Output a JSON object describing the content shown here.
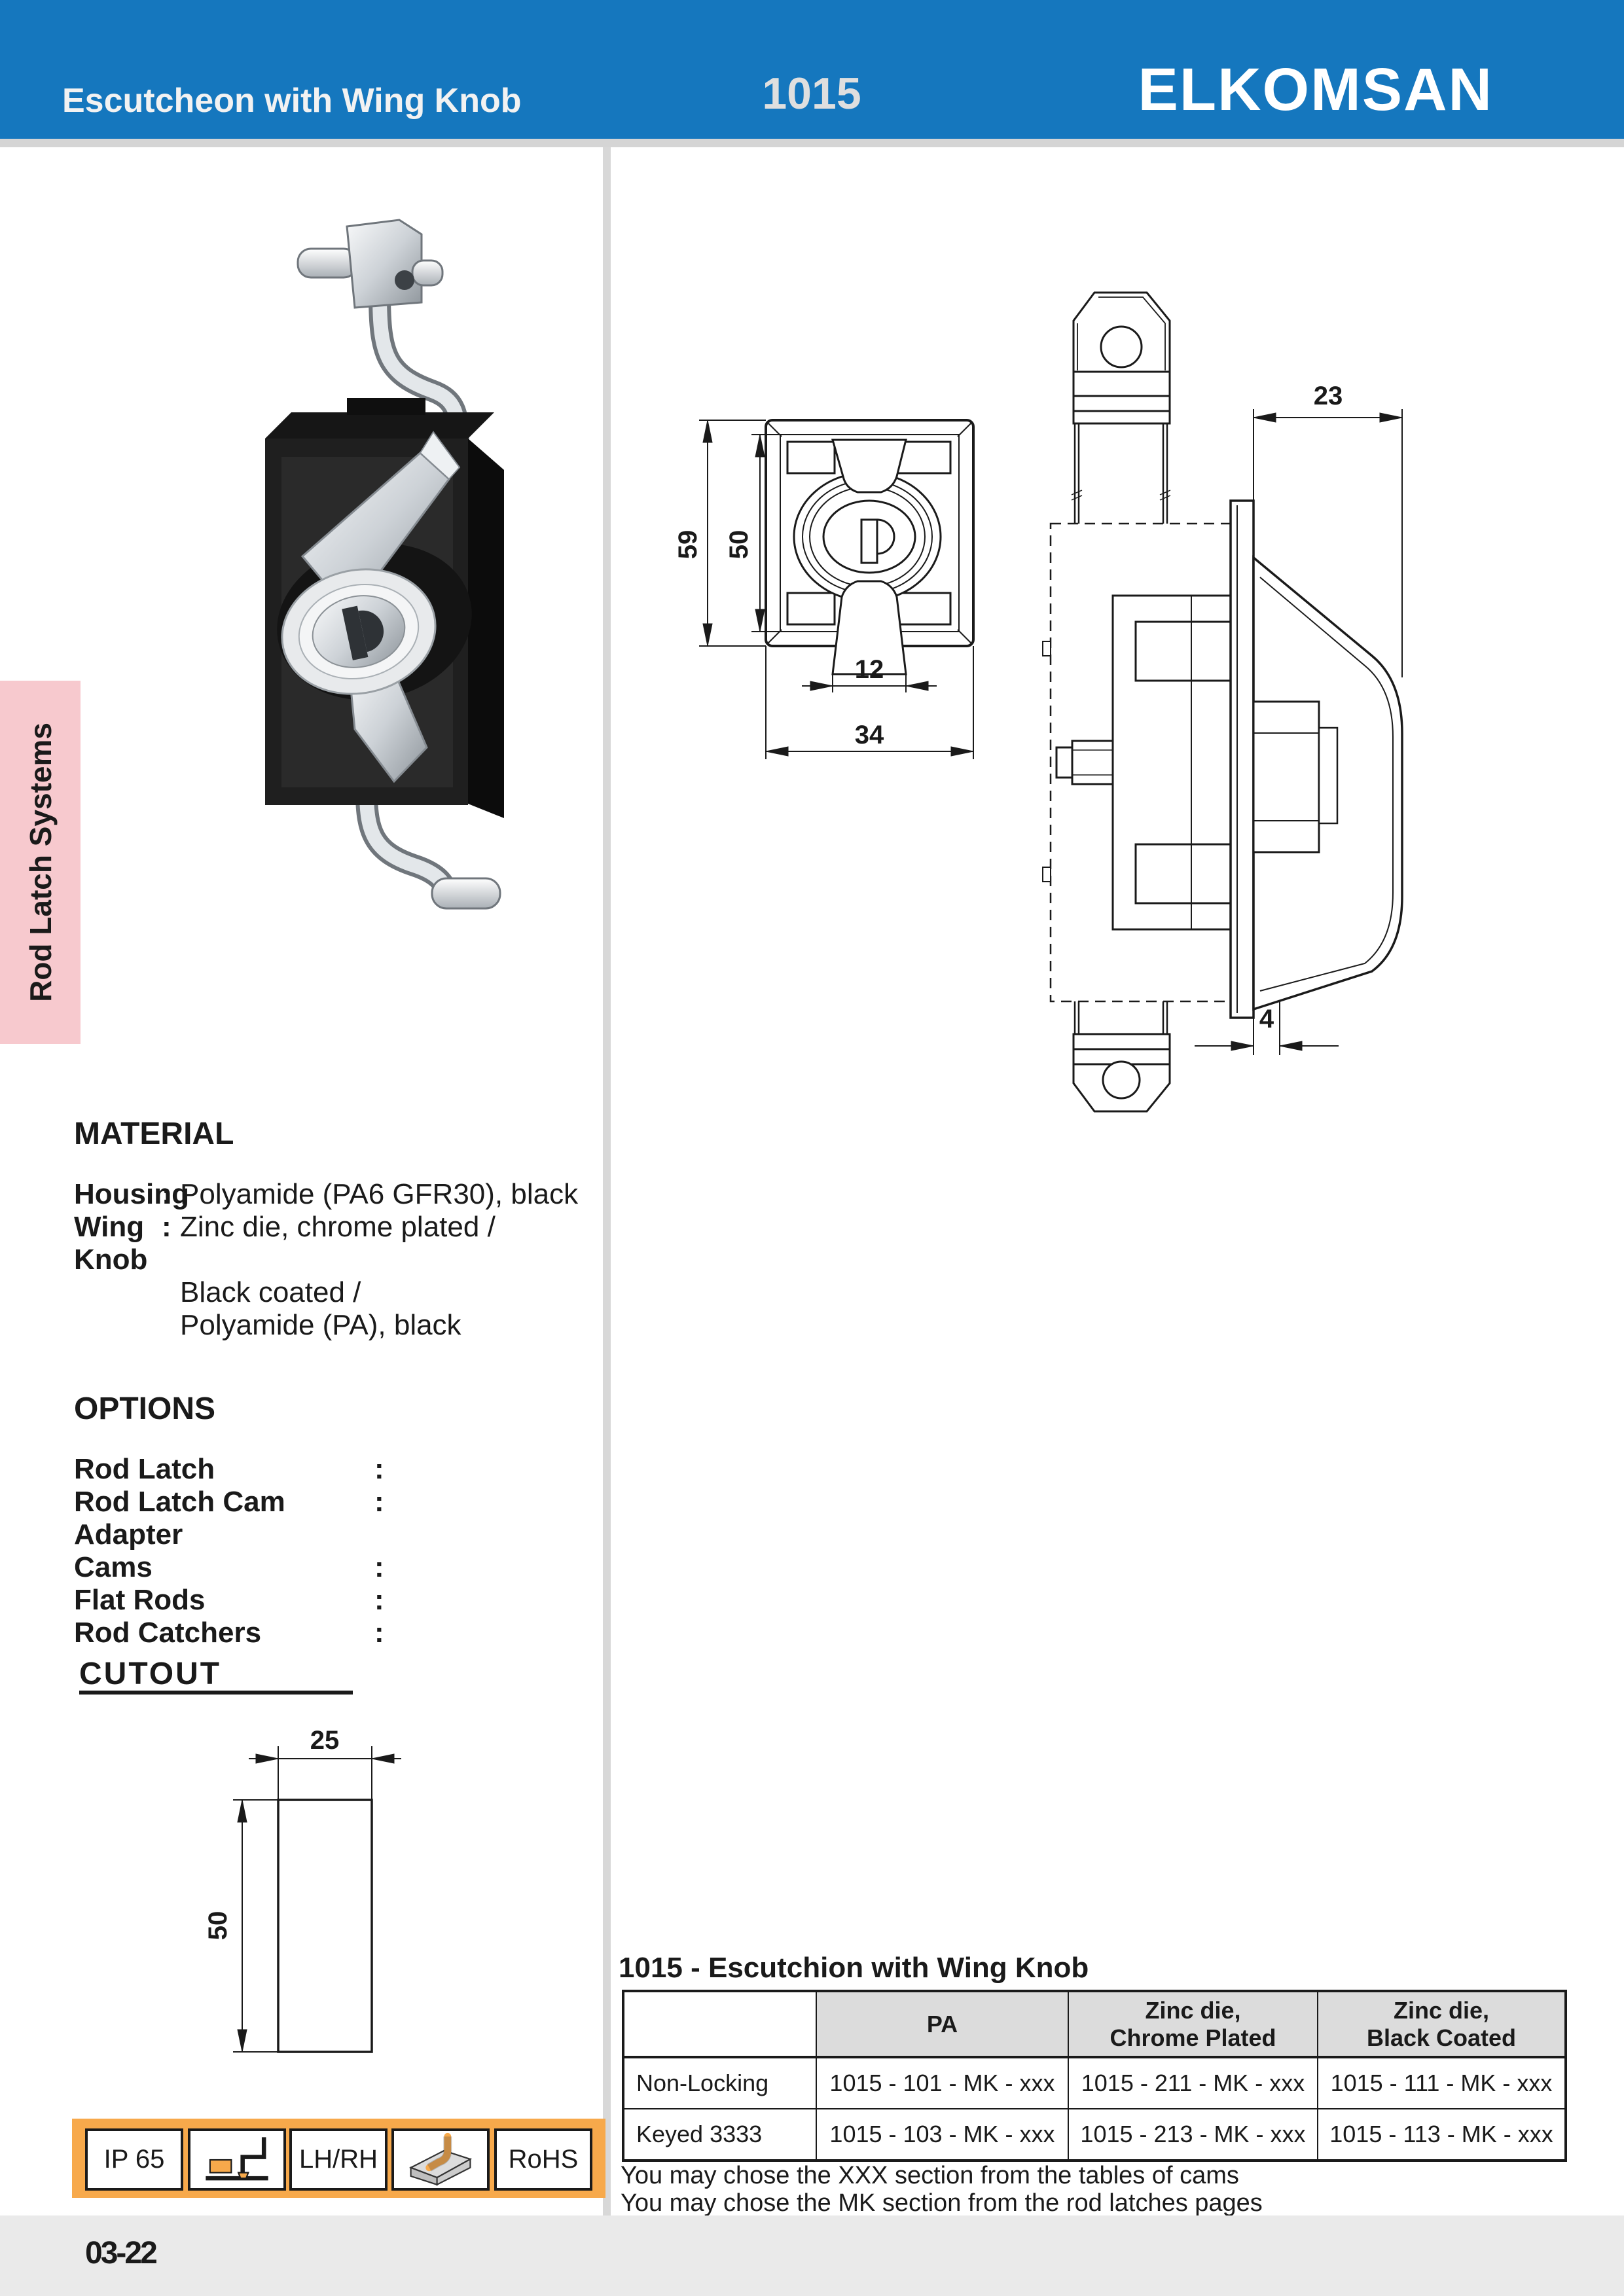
{
  "header": {
    "title": "Escutcheon with Wing Knob",
    "product_code": "1015",
    "brand": "ELKOMSAN"
  },
  "side_tab": {
    "label": "Rod Latch Systems"
  },
  "colon": ":",
  "material": {
    "heading": "MATERIAL",
    "rows": [
      {
        "label": "Housing",
        "value": "Polyamide (PA6 GFR30), black"
      },
      {
        "label": "Wing Knob",
        "value": "Zinc die, chrome plated /"
      }
    ],
    "extra": [
      "Black coated /",
      "Polyamide (PA), black"
    ]
  },
  "options": {
    "heading": "OPTIONS",
    "items": [
      "Rod Latch",
      "Rod Latch Cam Adapter",
      "Cams",
      "Flat Rods",
      "Rod Catchers"
    ]
  },
  "cutout": {
    "heading": "CUTOUT",
    "dims": {
      "width": "25",
      "height": "50"
    }
  },
  "front_view": {
    "dims": {
      "height_outer": "59",
      "height_inner": "50",
      "knob_width": "12",
      "width": "34"
    }
  },
  "side_view": {
    "dims": {
      "depth": "23",
      "flange": "4"
    }
  },
  "table": {
    "title": "1015 - Escutchion with Wing Knob",
    "columns": [
      "",
      "PA",
      "Zinc die,\nChrome Plated",
      "Zinc die,\nBlack Coated"
    ],
    "rows": [
      {
        "cells": [
          "Non-Locking",
          "1015 - 101 - MK - xxx",
          "1015 - 211 - MK - xxx",
          "1015 - 111 - MK - xxx"
        ]
      },
      {
        "cells": [
          "Keyed 3333",
          "1015 - 103 - MK - xxx",
          "1015 - 213 - MK - xxx",
          "1015 - 113 - MK - xxx"
        ]
      }
    ]
  },
  "notes": [
    "You may chose the XXX section from the tables of cams",
    "You may chose the MK section from the rod latches pages"
  ],
  "badges": {
    "ip": "IP 65",
    "lhrh": "LH/RH",
    "rohs": "RoHS"
  },
  "footer": {
    "page": "03-22"
  },
  "colors": {
    "brand_blue": "#1577BE",
    "band_gray": "#D5D5D5",
    "tab_pink": "#F7C9CE",
    "badge_orange": "#F7A94B",
    "table_header_gray": "#DCDCDC",
    "footer_gray": "#EAEAEA"
  }
}
